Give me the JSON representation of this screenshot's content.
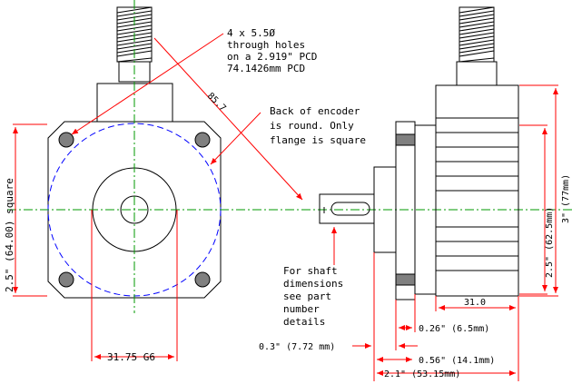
{
  "notes": {
    "holes": [
      "4 x 5.5Ø",
      "through holes",
      "on a 2.919\" PCD",
      "74.1426mm PCD"
    ],
    "encoder": [
      "Back of encoder",
      "is round.  Only",
      "flange is square"
    ],
    "shaft": [
      "For shaft",
      "dimensions",
      "see part",
      "number",
      "details"
    ]
  },
  "dimensions": {
    "diagonal": "85.7",
    "square": "2.5\" (64.00) square",
    "bore": "31.75 G6",
    "body_small": "2.5\" (62.5mm)",
    "body_large": "3\" (77mm)",
    "length_31": "31.0",
    "d_026": "0.26\" (6.5mm)",
    "d_03": "0.3\" (7.72 mm)",
    "d_056": "0.56\" (14.1mm)",
    "d_21": "2.1\" (53.15mm)"
  }
}
